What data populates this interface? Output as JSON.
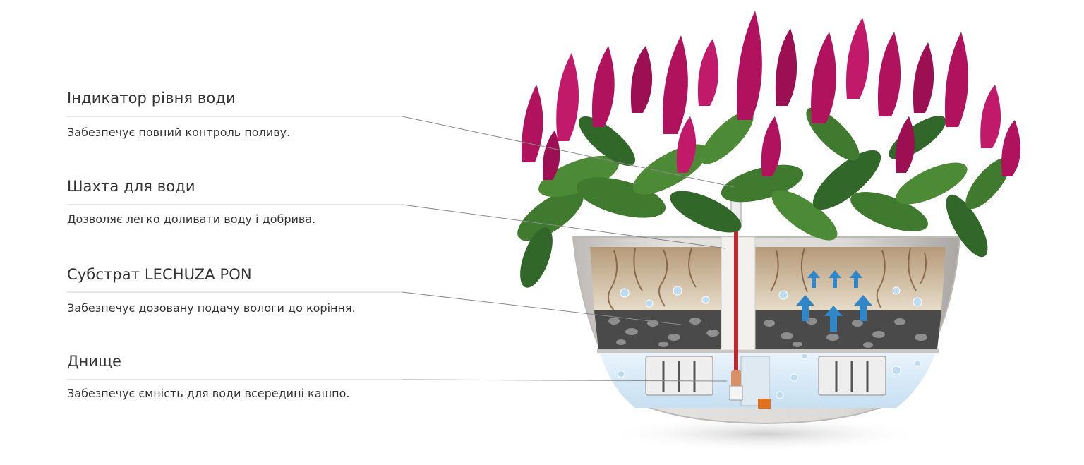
{
  "callouts": [
    {
      "title": "Індикатор рівня води",
      "description": "Забезпечує повний контроль поливу."
    },
    {
      "title": "Шахта для води",
      "description": "Дозволяє легко доливати воду і добрива."
    },
    {
      "title": "Субстрат LECHUZA PON",
      "description": "Забезпечує дозовану подачу вологи до коріння."
    },
    {
      "title": "Днище",
      "description": "Забезпечує ємність для води всередині кашпо."
    }
  ],
  "colors": {
    "flower": "#b0125e",
    "leaf": "#3f7a2e",
    "pot": "#d8d6d4",
    "soil": "#cdb89a",
    "water": "#cfe6f7",
    "arrow": "#2f86c8",
    "indicator": "#c0262b"
  }
}
